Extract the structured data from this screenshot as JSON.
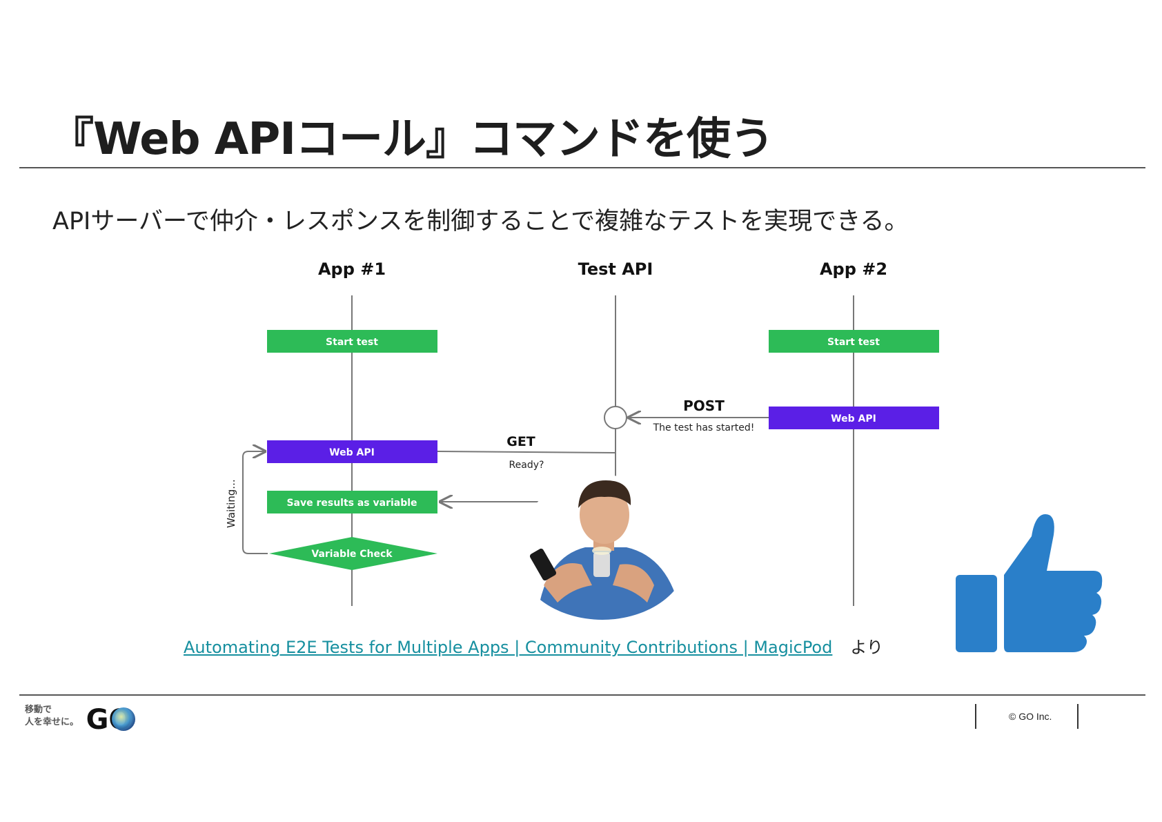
{
  "title": "『Web APIコール』コマンドを使う",
  "subtitle": "APIサーバーで仲介・レスポンスを制御することで複雑なテストを実現できる。",
  "diagram": {
    "lanes": [
      "App #1",
      "Test API",
      "App #2"
    ],
    "app1": {
      "start": "Start test",
      "webapi": "Web API",
      "save": "Save results as variable",
      "check": "Variable Check",
      "loop_label": "Waiting..."
    },
    "app2": {
      "start": "Start test",
      "webapi": "Web API"
    },
    "post_label": "POST",
    "post_sub": "The test has started!",
    "get_label": "GET",
    "get_sub": "Ready?",
    "colors": {
      "green": "#2dbb57",
      "purple": "#5b1fe6",
      "line": "#777777"
    }
  },
  "source": {
    "link_text": "Automating E2E Tests for Multiple Apps | Community Contributions | MagicPod",
    "suffix": "より"
  },
  "thumbs_up_color": "#2a7fc9",
  "footer": {
    "logo_line1": "移動で",
    "logo_line2": "人を幸せに。",
    "logo_mark": "GO",
    "copyright": "© GO Inc."
  }
}
